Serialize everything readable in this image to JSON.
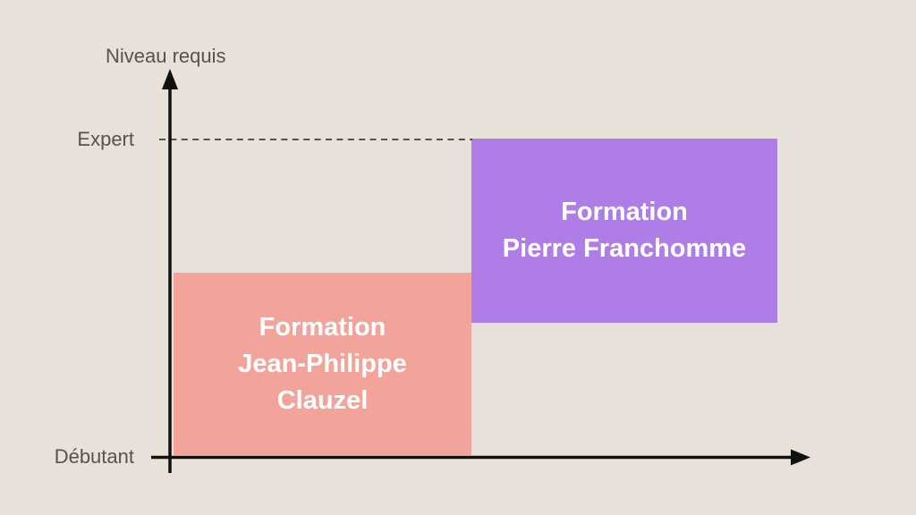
{
  "colors": {
    "background": "#E8E1D9",
    "axis": "#111111",
    "axis_label_gray": "#57524E",
    "block_clauzel_fill": "#F2A49A",
    "block_franchomme_fill": "#AE7DE5",
    "block_text": "#FFFFFF",
    "dashed_guideline": "#222222"
  },
  "diagram": {
    "y_axis_label": "Niveau requis",
    "ticks": [
      {
        "id": "expert",
        "label": "Expert"
      },
      {
        "id": "debutant",
        "label": "Débutant"
      }
    ],
    "blocks": [
      {
        "id": "clauzel",
        "lines": [
          "Formation",
          "Jean-Philippe",
          "Clauzel"
        ],
        "full_label": "Formation Jean-Philippe Clauzel",
        "color": "#F2A49A",
        "text_color": "#FFFFFF",
        "level_span_fraction": [
          0.0,
          0.58
        ]
      },
      {
        "id": "franchomme",
        "lines": [
          "Formation",
          "Pierre Franchomme"
        ],
        "full_label": "Formation Pierre Franchomme",
        "color": "#AE7DE5",
        "text_color": "#FFFFFF",
        "level_span_fraction": [
          0.42,
          1.0
        ]
      }
    ]
  },
  "chart_data": {
    "type": "other",
    "title": "",
    "ylabel": "Niveau requis",
    "y_ticks": [
      "Débutant",
      "Expert"
    ],
    "y_range_fraction": [
      0,
      1
    ],
    "grid": "off",
    "series": [
      {
        "name": "Formation Jean-Philippe Clauzel",
        "level_range_fraction": [
          0.0,
          0.58
        ],
        "color": "#F2A49A"
      },
      {
        "name": "Formation Pierre Franchomme",
        "level_range_fraction": [
          0.42,
          1.0
        ],
        "color": "#AE7DE5"
      }
    ]
  }
}
